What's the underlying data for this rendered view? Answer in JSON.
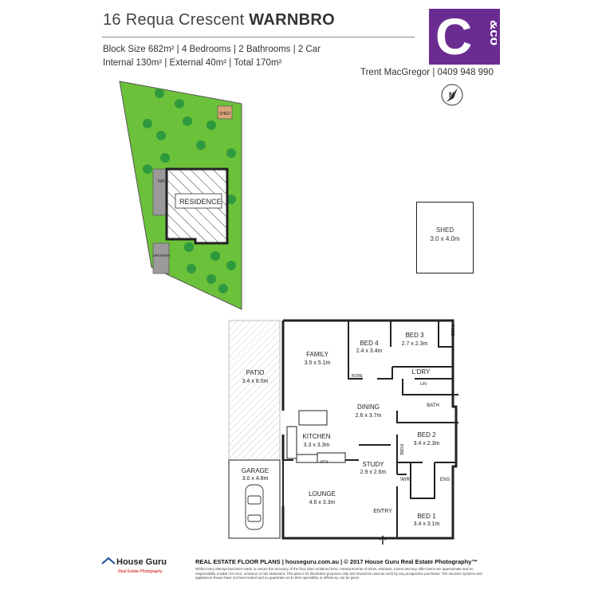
{
  "header": {
    "address": "16 Requa Crescent",
    "suburb": "WARNBRO",
    "spec_line1": "Block Size 682m² | 4 Bedrooms | 2 Bathrooms | 2 Car",
    "spec_line2": "Internal 130m² | External 40m² | Total 170m²",
    "agent": "Trent MacGregor | 0409 948 990"
  },
  "logo": {
    "letter": "C",
    "suffix": "&co",
    "brand_color": "#6b2c91"
  },
  "compass": {
    "label": "N"
  },
  "site_plan": {
    "shed": "SHED",
    "patio": "PATIO",
    "residence": "RESIDENCE",
    "driveway": "DRIVEWAY",
    "lawn_color": "#6cc13a",
    "tree_color": "#2e9a3e"
  },
  "shed_detail": {
    "name": "SHED",
    "size": "3.0 x 4.0m"
  },
  "rooms": {
    "family": {
      "name": "FAMILY",
      "size": "3.5 x 5.1m"
    },
    "bed4": {
      "name": "BED 4",
      "size": "2.4 x 3.4m"
    },
    "bed3": {
      "name": "BED 3",
      "size": "2.7 x 2.3m"
    },
    "robe_b3": "ROBE",
    "robe_b4": "ROBE",
    "robe_b2": "ROBE",
    "ldry": "L'DRY",
    "lin": "LIN",
    "bath": "BATH",
    "patio": {
      "name": "PATIO",
      "size": "3.4 x 8.0m"
    },
    "dining": {
      "name": "DINING",
      "size": "2.6 x 3.7m"
    },
    "bed2": {
      "name": "BED 2",
      "size": "3.4 x 2.3m"
    },
    "kitchen": {
      "name": "KITCHEN",
      "size": "3.3 x 3.3m"
    },
    "pty": "PTY",
    "study": {
      "name": "STUDY",
      "size": "2.9 x 2.6m"
    },
    "garage": {
      "name": "GARAGE",
      "size": "3.0 x 4.8m"
    },
    "wir": "WIR",
    "ens": "ENS",
    "lounge": {
      "name": "LOUNGE",
      "size": "4.6 x 3.3m"
    },
    "entry": "ENTRY",
    "bed1": {
      "name": "BED 1",
      "size": "3.4 x 3.1m"
    }
  },
  "footer": {
    "brand": "House Guru",
    "tagline": "Real Estate Photography",
    "plans": "REAL ESTATE FLOOR PLANS  | houseguru.com.au | © 2017 House Guru Real Estate Photography™",
    "disclaimer": "Whilst every attempt has been made to ensure the accuracy of the floor plan contained here, measurements of doors, windows, rooms and any other items are approximate and no responsibility is taken for error, omission or mis-statement. This plan is for illustrative purposes only and should be used as such by any prospective purchaser. The services systems and appliances shown have not been tested and no guarantee as to their operability or efficiency can be given."
  }
}
